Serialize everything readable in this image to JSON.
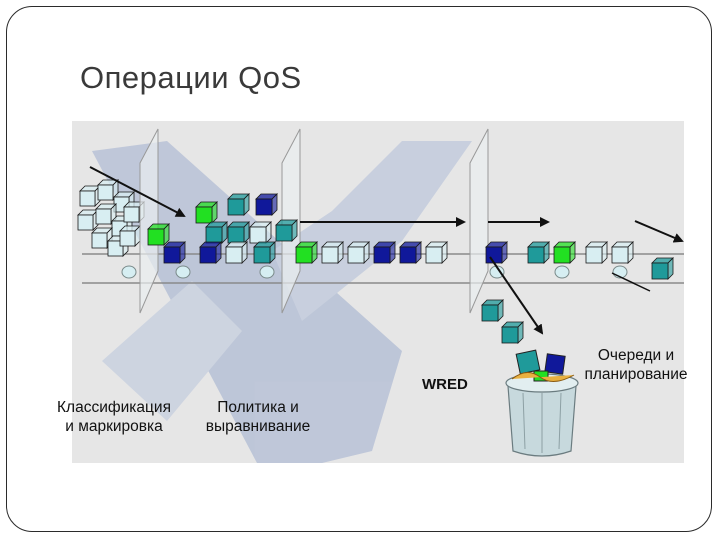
{
  "slide": {
    "title": "Операции QoS"
  },
  "diagram": {
    "stages": [
      {
        "line1": "Классификация",
        "line2": "и маркировка"
      },
      {
        "line1": "Политика и",
        "line2": "выравнивание"
      },
      {
        "line1": "Очереди и",
        "line2": "планирование"
      }
    ],
    "wred_label": "WRED"
  },
  "colors": {
    "green": "#22e022",
    "navy": "#10189a",
    "teal": "#1f9a9a",
    "pale": "#d8eef2",
    "background_x": "#b4bfd4"
  }
}
